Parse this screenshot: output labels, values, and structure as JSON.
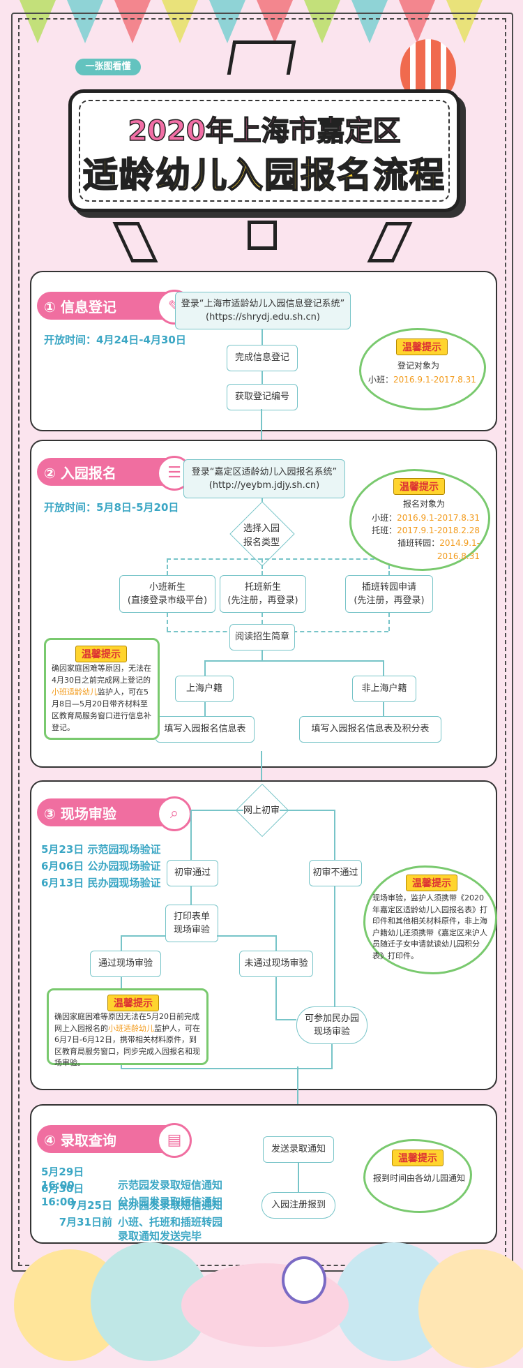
{
  "header": {
    "tag": "一张图看懂",
    "title1": "2020年上海市嘉定区",
    "title2": "适龄幼儿入园报名流程"
  },
  "colors": {
    "pink": "#f06ea0",
    "teal": "#63c3bf",
    "yellow": "#ffd52e",
    "green": "#79c96e",
    "orange": "#f29a1a"
  },
  "sec1": {
    "title": "① 信息登记",
    "icon": "pencil-icon",
    "open": "开放时间：4月24日-4月30日",
    "login": "登录“上海市适龄幼儿入园信息登记系统”",
    "url": "(https://shrydj.edu.sh.cn)",
    "step2": "完成信息登记",
    "step3": "获取登记编号",
    "tip_label": "温馨提示",
    "tip_line1": "登记对象为",
    "tip_line2a": "小班：",
    "tip_line2b": "2016.9.1-2017.8.31"
  },
  "sec2": {
    "title": "② 入园报名",
    "icon": "list-icon",
    "open": "开放时间：5月8日-5月20日",
    "login": "登录“嘉定区适龄幼儿入园报名系统”",
    "url": "(http://yeybm.jdjy.sh.cn)",
    "choose1": "选择入园",
    "choose2": "报名类型",
    "opt1a": "小班新生",
    "opt1b": "(直接登录市级平台)",
    "opt2a": "托班新生",
    "opt2b": "(先注册，再登录)",
    "opt3a": "插班转园申请",
    "opt3b": "(先注册，再登录)",
    "read": "阅读招生简章",
    "sh": "上海户籍",
    "nonsh": "非上海户籍",
    "form1": "填写入园报名信息表",
    "form2": "填写入园报名信息表及积分表",
    "tip_label": "温馨提示",
    "tip_head": "报名对象为",
    "tip_rows": [
      {
        "k": "小班：",
        "v": "2016.9.1-2017.8.31"
      },
      {
        "k": "托班：",
        "v": "2017.9.1-2018.2.28"
      },
      {
        "k": "插班转园：",
        "v": "2014.9.1-2016.8.31"
      }
    ],
    "tip2_label": "温馨提示",
    "tip2_a": "确因家庭困难等原因，无法在4月30日之前完成网上登记的",
    "tip2_b": "小班适龄幼儿",
    "tip2_c": "监护人，可在5月8日—5月20日带齐材料至区教育局服务窗口进行信息补登记。"
  },
  "sec3": {
    "title": "③ 现场审验",
    "icon": "magnifier-icon",
    "dates": [
      {
        "d": "5月23日",
        "t": "示范园现场验证"
      },
      {
        "d": "6月06日",
        "t": "公办园现场验证"
      },
      {
        "d": "6月13日",
        "t": "民办园现场验证"
      }
    ],
    "online": "网上初审",
    "pass": "初审通过",
    "fail": "初审不通过",
    "print1": "打印表单",
    "print2": "现场审验",
    "ok": "通过现场审验",
    "notok": "未通过现场审验",
    "private1": "可参加民办园",
    "private2": "现场审验",
    "tip_label": "温馨提示",
    "tip_text": "现场审验，监护人须携带《2020年嘉定区适龄幼儿入园报名表》打印件和其他相关材料原件，非上海户籍幼儿还须携带《嘉定区来沪人员随迁子女申请就读幼儿园积分表》打印件。",
    "tip2_label": "温馨提示",
    "tip2_a": "确因家庭困难等原因无法在5月20日前完成网上入园报名的",
    "tip2_b": "小班适龄幼儿",
    "tip2_c": "监护人，可在6月7日-6月12日，携带相关材料原件，到区教育局服务窗口，同步完成入园报名和现场审验。"
  },
  "sec4": {
    "title": "④ 录取查询",
    "icon": "document-icon",
    "dates": [
      {
        "d": "5月29日 16:00",
        "t": "示范园发录取短信通知"
      },
      {
        "d": "6月30日 16:00",
        "t": "公办园发录取短信通知"
      },
      {
        "d": "7月25日",
        "t": "民办园发录取短信通知"
      },
      {
        "d": "7月31日前",
        "t": "小班、托班和插班转园"
      },
      {
        "d": "",
        "t": "录取通知发送完毕"
      }
    ],
    "notify": "发送录取通知",
    "register": "入园注册报到",
    "tip_label": "温馨提示",
    "tip_text": "报到时间由各幼儿园通知"
  }
}
